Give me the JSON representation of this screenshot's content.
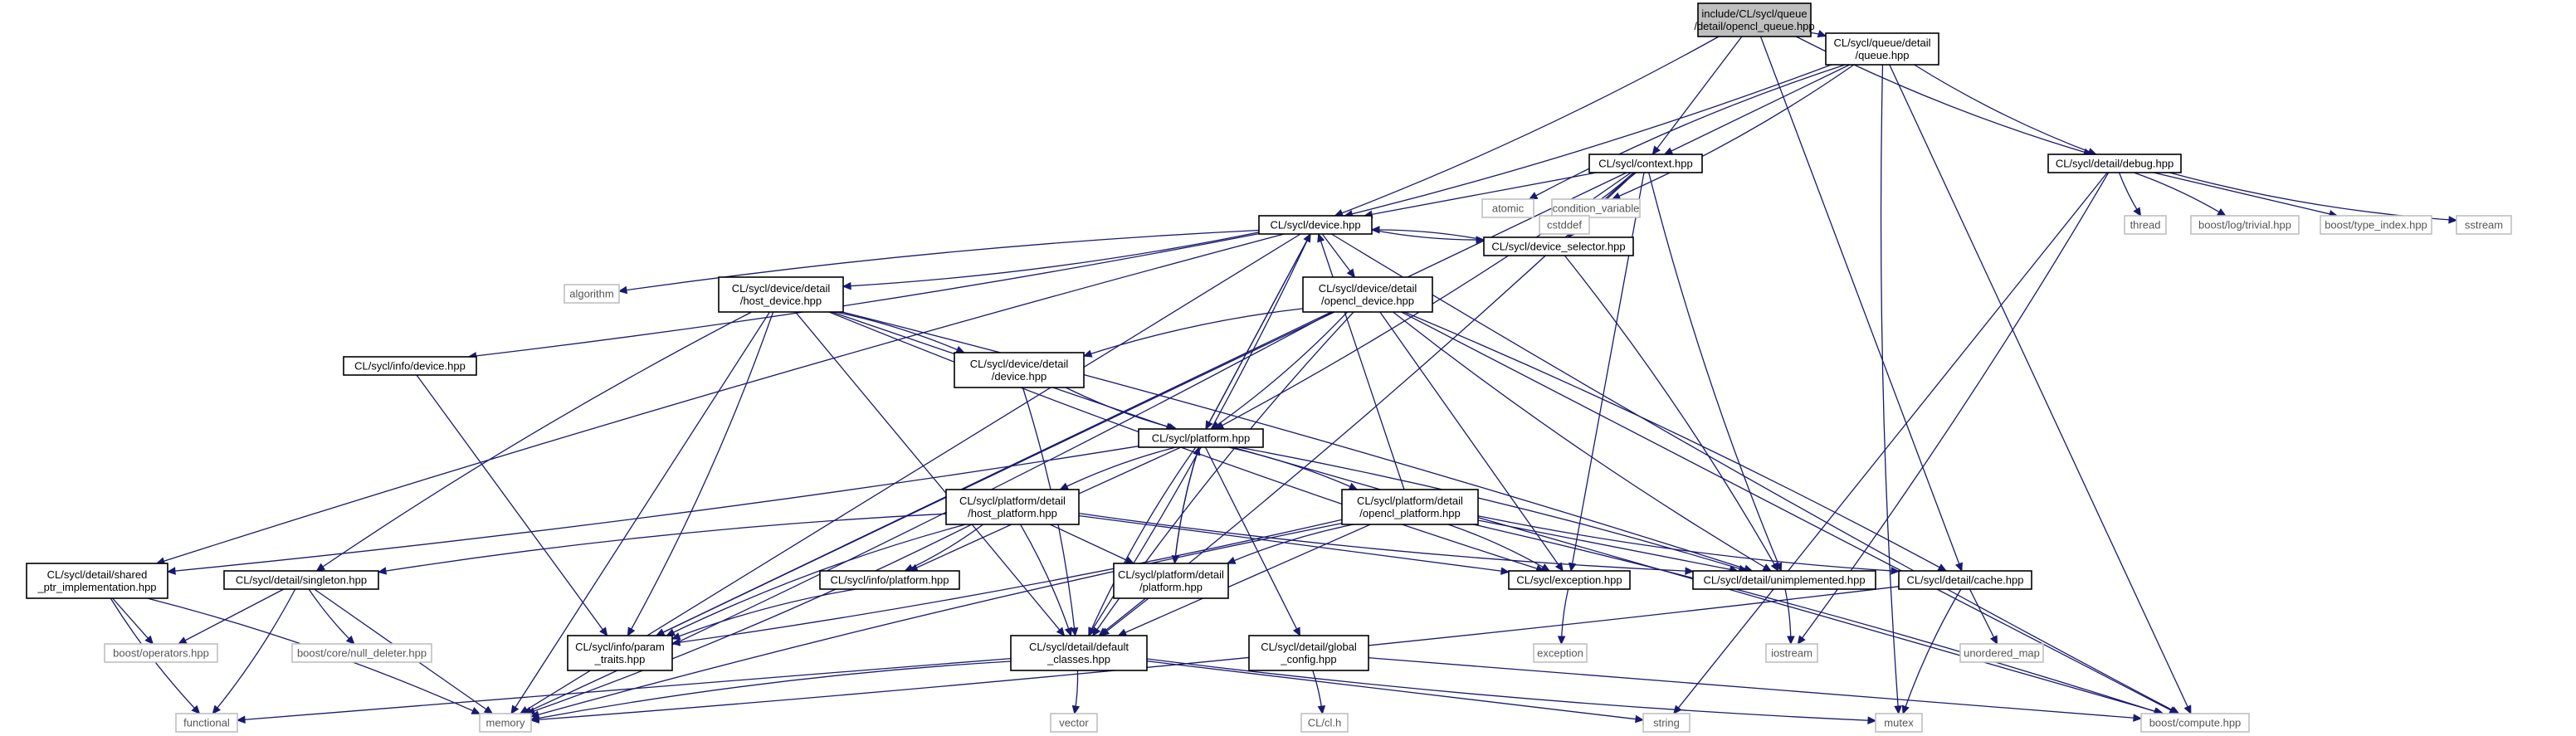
{
  "diagram": {
    "nodes": [
      {
        "id": "root",
        "lines": [
          "include/CL/sycl/queue",
          "/detail/opencl_queue.hpp"
        ],
        "kind": "root"
      },
      {
        "id": "queue_detail",
        "lines": [
          "CL/sycl/queue/detail",
          "/queue.hpp"
        ],
        "kind": "file"
      },
      {
        "id": "context",
        "lines": [
          "CL/sycl/context.hpp"
        ],
        "kind": "file"
      },
      {
        "id": "debug",
        "lines": [
          "CL/sycl/detail/debug.hpp"
        ],
        "kind": "file"
      },
      {
        "id": "atomic",
        "lines": [
          "atomic"
        ],
        "kind": "ext"
      },
      {
        "id": "condition_variable",
        "lines": [
          "condition_variable"
        ],
        "kind": "ext"
      },
      {
        "id": "thread",
        "lines": [
          "thread"
        ],
        "kind": "ext"
      },
      {
        "id": "boost_log",
        "lines": [
          "boost/log/trivial.hpp"
        ],
        "kind": "ext"
      },
      {
        "id": "boost_type_index",
        "lines": [
          "boost/type_index.hpp"
        ],
        "kind": "ext"
      },
      {
        "id": "sstream",
        "lines": [
          "sstream"
        ],
        "kind": "ext"
      },
      {
        "id": "cstddef",
        "lines": [
          "cstddef"
        ],
        "kind": "ext"
      },
      {
        "id": "device",
        "lines": [
          "CL/sycl/device.hpp"
        ],
        "kind": "file"
      },
      {
        "id": "algorithm",
        "lines": [
          "algorithm"
        ],
        "kind": "ext"
      },
      {
        "id": "host_device",
        "lines": [
          "CL/sycl/device/detail",
          "/host_device.hpp"
        ],
        "kind": "file"
      },
      {
        "id": "opencl_device",
        "lines": [
          "CL/sycl/device/detail",
          "/opencl_device.hpp"
        ],
        "kind": "file"
      },
      {
        "id": "device_selector",
        "lines": [
          "CL/sycl/device_selector.hpp"
        ],
        "kind": "file"
      },
      {
        "id": "info_device",
        "lines": [
          "CL/sycl/info/device.hpp"
        ],
        "kind": "file"
      },
      {
        "id": "device_detail",
        "lines": [
          "CL/sycl/device/detail",
          "/device.hpp"
        ],
        "kind": "file"
      },
      {
        "id": "platform",
        "lines": [
          "CL/sycl/platform.hpp"
        ],
        "kind": "file"
      },
      {
        "id": "host_platform",
        "lines": [
          "CL/sycl/platform/detail",
          "/host_platform.hpp"
        ],
        "kind": "file"
      },
      {
        "id": "opencl_platform",
        "lines": [
          "CL/sycl/platform/detail",
          "/opencl_platform.hpp"
        ],
        "kind": "file"
      },
      {
        "id": "shared_ptr_impl",
        "lines": [
          "CL/sycl/detail/shared",
          "_ptr_implementation.hpp"
        ],
        "kind": "file"
      },
      {
        "id": "singleton",
        "lines": [
          "CL/sycl/detail/singleton.hpp"
        ],
        "kind": "file"
      },
      {
        "id": "info_platform",
        "lines": [
          "CL/sycl/info/platform.hpp"
        ],
        "kind": "file"
      },
      {
        "id": "platform_detail",
        "lines": [
          "CL/sycl/platform/detail",
          "/platform.hpp"
        ],
        "kind": "file"
      },
      {
        "id": "exception",
        "lines": [
          "CL/sycl/exception.hpp"
        ],
        "kind": "file"
      },
      {
        "id": "unimplemented",
        "lines": [
          "CL/sycl/detail/unimplemented.hpp"
        ],
        "kind": "file"
      },
      {
        "id": "cache",
        "lines": [
          "CL/sycl/detail/cache.hpp"
        ],
        "kind": "file"
      },
      {
        "id": "boost_operators",
        "lines": [
          "boost/operators.hpp"
        ],
        "kind": "ext"
      },
      {
        "id": "boost_null_deleter",
        "lines": [
          "boost/core/null_deleter.hpp"
        ],
        "kind": "ext"
      },
      {
        "id": "param_traits",
        "lines": [
          "CL/sycl/info/param",
          "_traits.hpp"
        ],
        "kind": "file"
      },
      {
        "id": "default_classes",
        "lines": [
          "CL/sycl/detail/default",
          "_classes.hpp"
        ],
        "kind": "file"
      },
      {
        "id": "global_config",
        "lines": [
          "CL/sycl/detail/global",
          "_config.hpp"
        ],
        "kind": "file"
      },
      {
        "id": "exception_std",
        "lines": [
          "exception"
        ],
        "kind": "ext"
      },
      {
        "id": "iostream",
        "lines": [
          "iostream"
        ],
        "kind": "ext"
      },
      {
        "id": "unordered_map",
        "lines": [
          "unordered_map"
        ],
        "kind": "ext"
      },
      {
        "id": "functional",
        "lines": [
          "functional"
        ],
        "kind": "ext"
      },
      {
        "id": "memory",
        "lines": [
          "memory"
        ],
        "kind": "ext"
      },
      {
        "id": "vector",
        "lines": [
          "vector"
        ],
        "kind": "ext"
      },
      {
        "id": "cl_h",
        "lines": [
          "CL/cl.h"
        ],
        "kind": "ext"
      },
      {
        "id": "string",
        "lines": [
          "string"
        ],
        "kind": "ext"
      },
      {
        "id": "mutex",
        "lines": [
          "mutex"
        ],
        "kind": "ext"
      },
      {
        "id": "boost_compute",
        "lines": [
          "boost/compute.hpp"
        ],
        "kind": "ext"
      }
    ],
    "edges": [
      [
        "root",
        "queue_detail"
      ],
      [
        "root",
        "context"
      ],
      [
        "root",
        "debug"
      ],
      [
        "root",
        "device"
      ],
      [
        "root",
        "cache"
      ],
      [
        "queue_detail",
        "atomic"
      ],
      [
        "queue_detail",
        "condition_variable"
      ],
      [
        "queue_detail",
        "context"
      ],
      [
        "queue_detail",
        "debug"
      ],
      [
        "queue_detail",
        "device"
      ],
      [
        "queue_detail",
        "boost_compute"
      ],
      [
        "queue_detail",
        "mutex"
      ],
      [
        "context",
        "cstddef"
      ],
      [
        "context",
        "device"
      ],
      [
        "context",
        "device_selector"
      ],
      [
        "context",
        "platform"
      ],
      [
        "context",
        "exception"
      ],
      [
        "context",
        "unimplemented"
      ],
      [
        "context",
        "default_classes"
      ],
      [
        "context",
        "param_traits"
      ],
      [
        "debug",
        "thread"
      ],
      [
        "debug",
        "boost_log"
      ],
      [
        "debug",
        "boost_type_index"
      ],
      [
        "debug",
        "sstream"
      ],
      [
        "debug",
        "iostream"
      ],
      [
        "debug",
        "string"
      ],
      [
        "device",
        "algorithm"
      ],
      [
        "device",
        "host_device"
      ],
      [
        "device",
        "opencl_device"
      ],
      [
        "device",
        "device_selector"
      ],
      [
        "device",
        "info_device"
      ],
      [
        "device",
        "platform"
      ],
      [
        "device",
        "shared_ptr_impl"
      ],
      [
        "device",
        "default_classes"
      ],
      [
        "device",
        "memory"
      ],
      [
        "device",
        "boost_compute"
      ],
      [
        "host_device",
        "device_detail"
      ],
      [
        "host_device",
        "platform"
      ],
      [
        "host_device",
        "singleton"
      ],
      [
        "host_device",
        "param_traits"
      ],
      [
        "host_device",
        "default_classes"
      ],
      [
        "host_device",
        "exception"
      ],
      [
        "host_device",
        "unimplemented"
      ],
      [
        "host_device",
        "memory"
      ],
      [
        "opencl_device",
        "device_detail"
      ],
      [
        "opencl_device",
        "platform"
      ],
      [
        "opencl_device",
        "exception"
      ],
      [
        "opencl_device",
        "unimplemented"
      ],
      [
        "opencl_device",
        "cache"
      ],
      [
        "opencl_device",
        "param_traits"
      ],
      [
        "opencl_device",
        "default_classes"
      ],
      [
        "opencl_device",
        "memory"
      ],
      [
        "opencl_device",
        "boost_compute"
      ],
      [
        "device_selector",
        "device"
      ],
      [
        "device_selector",
        "unimplemented"
      ],
      [
        "info_device",
        "param_traits"
      ],
      [
        "device_detail",
        "platform"
      ],
      [
        "device_detail",
        "default_classes"
      ],
      [
        "platform",
        "device"
      ],
      [
        "platform",
        "host_platform"
      ],
      [
        "platform",
        "opencl_platform"
      ],
      [
        "platform",
        "info_platform"
      ],
      [
        "platform",
        "platform_detail"
      ],
      [
        "platform",
        "shared_ptr_impl"
      ],
      [
        "platform",
        "global_config"
      ],
      [
        "platform",
        "default_classes"
      ],
      [
        "platform",
        "unimplemented"
      ],
      [
        "platform",
        "boost_compute"
      ],
      [
        "host_platform",
        "singleton"
      ],
      [
        "host_platform",
        "info_platform"
      ],
      [
        "host_platform",
        "platform_detail"
      ],
      [
        "host_platform",
        "param_traits"
      ],
      [
        "host_platform",
        "default_classes"
      ],
      [
        "host_platform",
        "exception"
      ],
      [
        "host_platform",
        "unimplemented"
      ],
      [
        "host_platform",
        "memory"
      ],
      [
        "opencl_platform",
        "device"
      ],
      [
        "opencl_platform",
        "platform_detail"
      ],
      [
        "opencl_platform",
        "exception"
      ],
      [
        "opencl_platform",
        "unimplemented"
      ],
      [
        "opencl_platform",
        "cache"
      ],
      [
        "opencl_platform",
        "param_traits"
      ],
      [
        "opencl_platform",
        "default_classes"
      ],
      [
        "opencl_platform",
        "memory"
      ],
      [
        "opencl_platform",
        "boost_compute"
      ],
      [
        "shared_ptr_impl",
        "boost_operators"
      ],
      [
        "shared_ptr_impl",
        "functional"
      ],
      [
        "shared_ptr_impl",
        "memory"
      ],
      [
        "singleton",
        "boost_operators"
      ],
      [
        "singleton",
        "boost_null_deleter"
      ],
      [
        "singleton",
        "functional"
      ],
      [
        "singleton",
        "memory"
      ],
      [
        "info_platform",
        "param_traits"
      ],
      [
        "platform_detail",
        "platform"
      ],
      [
        "platform_detail",
        "default_classes"
      ],
      [
        "exception",
        "exception_std"
      ],
      [
        "unimplemented",
        "iostream"
      ],
      [
        "cache",
        "unordered_map"
      ],
      [
        "cache",
        "mutex"
      ],
      [
        "cache",
        "memory"
      ],
      [
        "default_classes",
        "functional"
      ],
      [
        "default_classes",
        "memory"
      ],
      [
        "default_classes",
        "vector"
      ],
      [
        "default_classes",
        "string"
      ],
      [
        "default_classes",
        "mutex"
      ],
      [
        "global_config",
        "cl_h"
      ],
      [
        "global_config",
        "boost_compute"
      ]
    ]
  }
}
